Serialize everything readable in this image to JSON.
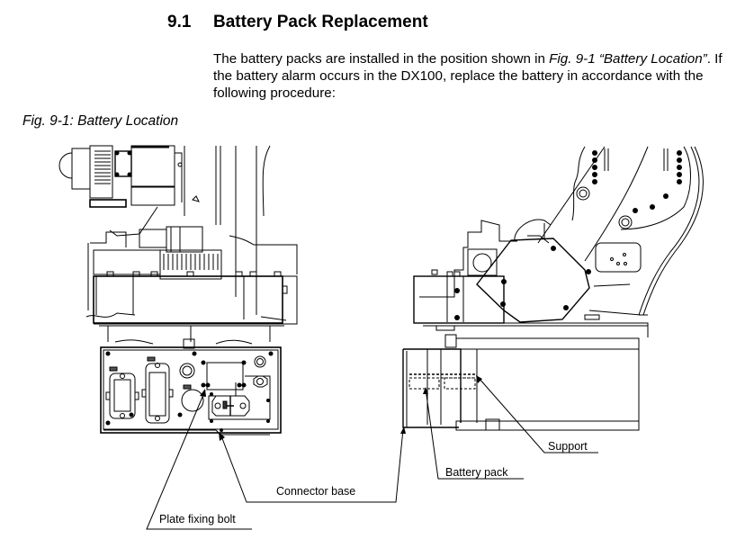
{
  "section": {
    "number": "9.1",
    "title": "Battery Pack Replacement"
  },
  "paragraph": {
    "part1": "The battery packs are installed in the position shown in ",
    "ref": "Fig. 9-1 “Battery Location”",
    "part2": ".  If the battery alarm occurs in the DX100, replace the battery in accordance with the following procedure:"
  },
  "figure": {
    "caption": "Fig. 9-1: Battery Location",
    "labels": {
      "support": "Support",
      "battery_pack": "Battery pack",
      "connector_base": "Connector base",
      "plate_fixing_bolt": "Plate fixing bolt"
    }
  }
}
